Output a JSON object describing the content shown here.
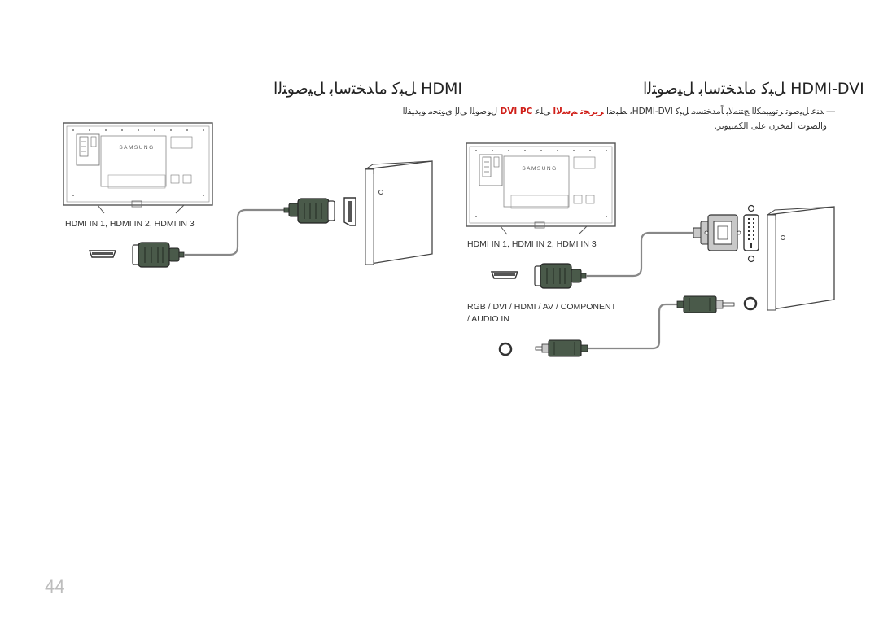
{
  "left_section": {
    "title": "HDMI ﻞﺒﻛ ماﺪﺨﺘﺳﺎﺑ ﻞﻴﺻﻮﺘﻟا",
    "tv_brand": "SAMSUNG",
    "port_label": "HDMI IN 1, HDMI IN 2, HDMI IN 3"
  },
  "right_section": {
    "title": "HDMI-DVI ﻞﺒﻛ ماﺪﺨﺘﺳﺎﺑ ﻞﻴﺻﻮﺘﻟا",
    "note_dash": "―",
    "note_line1_part1": "ﺪﻨﻋ ﻞﻴﺻﻮﺗ ﺮﺗﻮﻴﺒﻤﻜﻟا ﺞﺘﻨﻤﻟﺎﺑ ﺎًﻣﺪﺨﺘﺴﻣ ﻞﺒﻛ HDMI-DVI، ﻂﺒﺿا",
    "note_line1_red1": "ﺮﻳﺮﺤﺗ ﻢﺳﻻا",
    "note_line1_part2": "ﻰﻠﻋ",
    "note_line1_red2": "DVI PC",
    "note_line1_part3": "ﻝﻮﺻﻮﻠﻟ ﻰﻟإ ﻯﻮﺘﺤﻣ ﻮﻳﺪﻴﻔﻟا",
    "note_line2": "ﻭﺍﻟﺼﻮﺕ ﺍﻟﻤﺨﺰﻥ ﻋﻠﻰ ﺍﻟﻜﻤﺒﻴﻮﺗﺮ.",
    "tv_brand": "SAMSUNG",
    "port_label": "HDMI IN 1, HDMI IN 2, HDMI IN 3",
    "audio_label_line1": "RGB / DVI / HDMI / AV / COMPONENT",
    "audio_label_line2": "/ AUDIO IN"
  },
  "page_number": "44"
}
